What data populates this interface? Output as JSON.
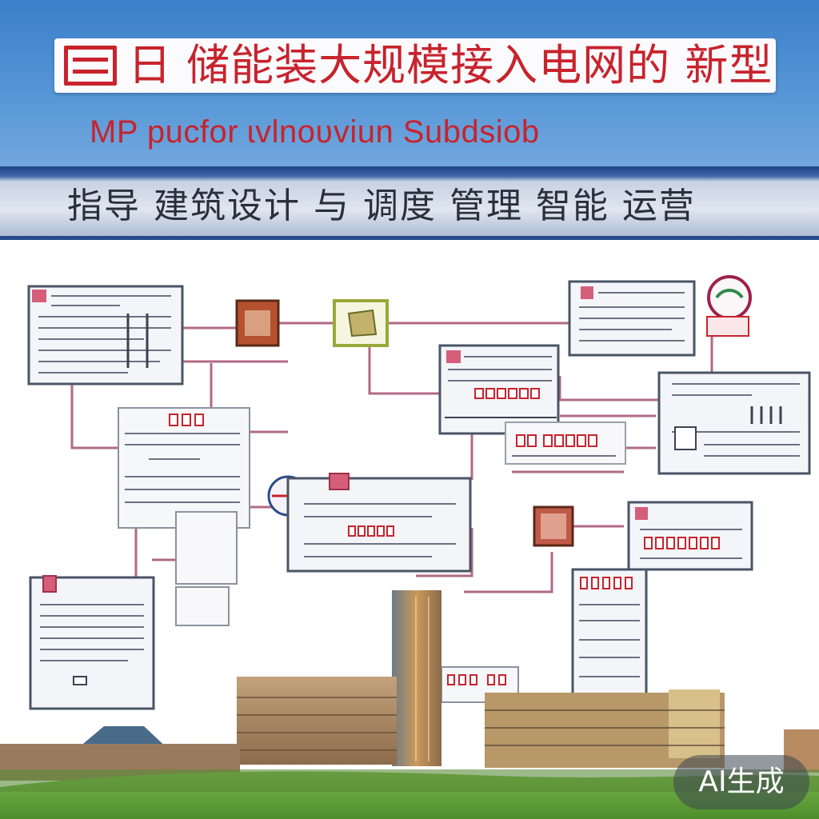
{
  "header": {
    "title": "日 储能装大规模接入电网的 新型电力系统",
    "subtitle": "MP pucfor ɩvlnoʋviun Subdsiob",
    "banner": "指导 建筑设计 与 调度 管理 智能 运营"
  },
  "badge": {
    "label": "AI生成"
  },
  "colors": {
    "sky_top": "#3a7fc9",
    "title_red": "#c8232d",
    "band_blue": "#244a8c",
    "connector": "#b06a86",
    "panel_border": "#4a5566",
    "grass": "#5da03a"
  }
}
